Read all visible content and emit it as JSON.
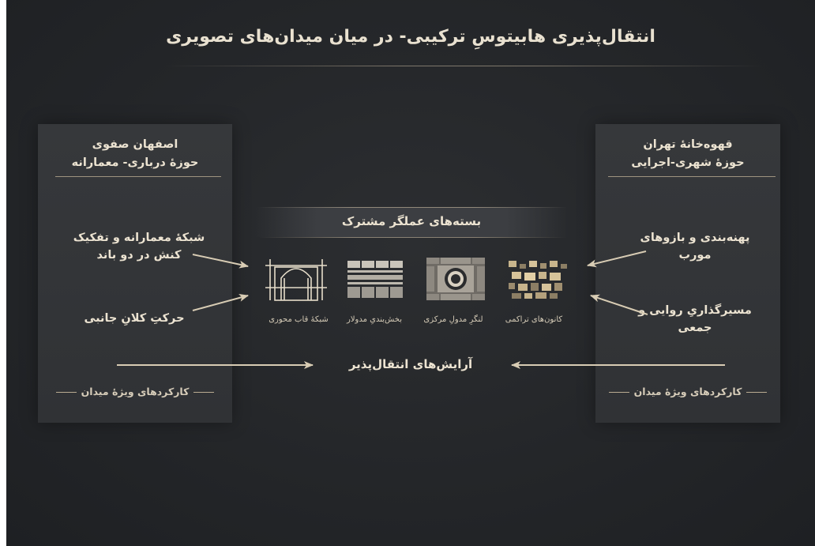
{
  "title": "انتقال‌پذیری هابیتوسِ ترکیبی- در میان میدان‌های تصویری",
  "left_panel": {
    "title_line1": "اصفهان صفوی",
    "title_line2": "حوزهٔ درباری- معمارانه",
    "label1_line1": "شبکهٔ معمارانه و تفکیک",
    "label1_line2": "کنش در دو باند",
    "label2": "حرکتِ کلانِ جانبی",
    "footer": "کارکردهای ویژهٔ میدان"
  },
  "right_panel": {
    "title_line1": "قهوه‌خانهٔ تهران",
    "title_line2": "حوزهٔ شهری-اجرایی",
    "label1_line1": "پهنه‌بندی و بازوهای",
    "label1_line2": "مورب",
    "label2_line1": "مسیرگذاریِ روایی و",
    "label2_line2": "جمعی",
    "footer": "کارکردهای ویژهٔ میدان"
  },
  "shared": {
    "title": "بسته‌های عملگر مشترک",
    "tools": [
      {
        "label": "شبکهٔ قاب محوری",
        "icon": "axial-frame-grid-icon"
      },
      {
        "label": "بخش‌بندیِ مدولار",
        "icon": "modular-segmentation-icon"
      },
      {
        "label": "لنگرِ مدولِ مرکزی",
        "icon": "central-module-anchor-icon"
      },
      {
        "label": "کانون‌های تراکمی",
        "icon": "density-foci-icon"
      }
    ]
  },
  "transfer_label": "آرایش‌های انتقال‌پذیر",
  "colors": {
    "background": "#242629",
    "panel": "#333538",
    "text": "#e9e1d0",
    "accent": "#c9b48a",
    "arrow": "#d8ccb4"
  }
}
